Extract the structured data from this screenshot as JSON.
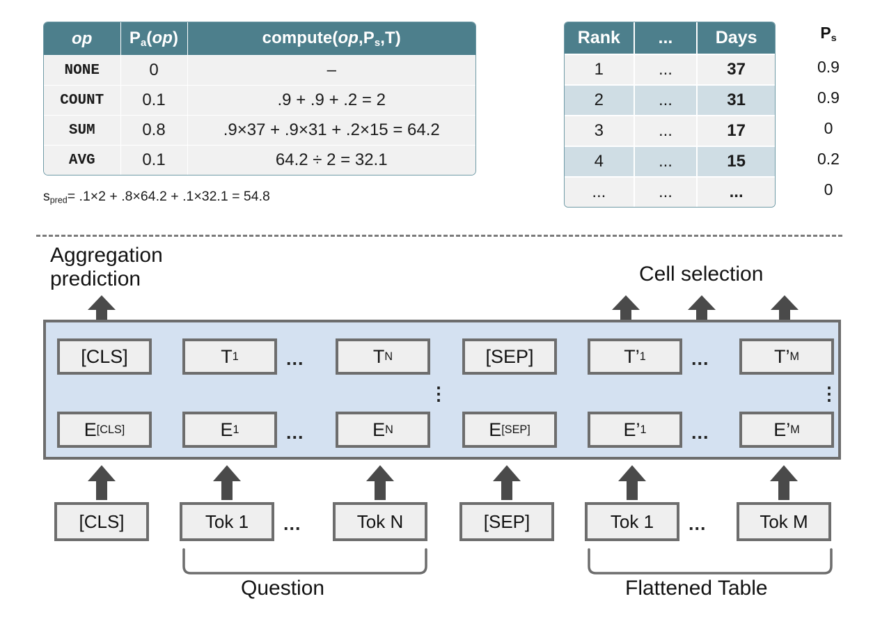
{
  "op_table": {
    "name": "aggregation-operator-table",
    "headers": [
      "op",
      "P_a(op)",
      "compute(op,P_s,T)"
    ],
    "rows": [
      {
        "op": "NONE",
        "pa": "0",
        "compute": "–"
      },
      {
        "op": "COUNT",
        "pa": "0.1",
        "compute": ".9 + .9 + .2 = 2"
      },
      {
        "op": "SUM",
        "pa": "0.8",
        "compute": ".9×37 + .9×31 + .2×15 = 64.2"
      },
      {
        "op": "AVG",
        "pa": "0.1",
        "compute": "64.2 ÷ 2 = 32.1"
      }
    ],
    "formula": "= .1×2 + .8×64.2 + .1×32.1 = 54.8",
    "formula_symbol": "s",
    "formula_subscript": "pred",
    "header_bg": "#4d7f8c",
    "border_color": "#6f9aa6"
  },
  "rank_table": {
    "name": "ranked-days-table",
    "headers": [
      "Rank",
      "...",
      "Days"
    ],
    "rows": [
      {
        "rank": "1",
        "mid": "...",
        "days": "37",
        "shaded": false
      },
      {
        "rank": "2",
        "mid": "...",
        "days": "31",
        "shaded": true
      },
      {
        "rank": "3",
        "mid": "...",
        "days": "17",
        "shaded": false
      },
      {
        "rank": "4",
        "mid": "...",
        "days": "15",
        "shaded": true
      },
      {
        "rank": "...",
        "mid": "...",
        "days": "...",
        "shaded": false
      }
    ],
    "ps_header": "P",
    "ps_header_sub": "s",
    "ps_values": [
      "0.9",
      "0.9",
      "0",
      "0.2",
      "0"
    ],
    "header_bg": "#4d7f8c",
    "shade_bg": "#cfdde4"
  },
  "diagram": {
    "name": "tapas-encoder-diagram",
    "panel_fill": "#d4e1f1",
    "panel_border": "#6d6d6d",
    "aggregation_label": "Aggregation prediction",
    "cell_selection_label": "Cell selection",
    "question_label": "Question",
    "flattened_label": "Flattened Table",
    "output_row": [
      {
        "main": "[CLS]",
        "sub": ""
      },
      {
        "main": "T",
        "sub": "1"
      },
      {
        "main": "T",
        "sub": "N"
      },
      {
        "main": "[SEP]",
        "sub": ""
      },
      {
        "main": "T’",
        "sub": "1"
      },
      {
        "main": "T’",
        "sub": "M"
      }
    ],
    "embedding_row": [
      {
        "main": "E",
        "sub": "[CLS]"
      },
      {
        "main": "E",
        "sub": "1"
      },
      {
        "main": "E",
        "sub": "N"
      },
      {
        "main": "E",
        "sub": "[SEP]"
      },
      {
        "main": "E’",
        "sub": "1"
      },
      {
        "main": "E’",
        "sub": "M"
      }
    ],
    "token_row": [
      "[CLS]",
      "Tok 1",
      "Tok N",
      "[SEP]",
      "Tok 1",
      "Tok M"
    ],
    "ellipsis": "...",
    "vertical_ellipsis": "⋮"
  }
}
